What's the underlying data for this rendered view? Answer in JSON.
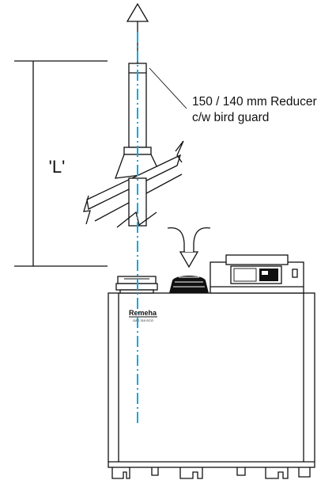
{
  "diagram": {
    "dimension_label": "'L'",
    "reducer_label_line1": "150 / 140 mm Reducer",
    "reducer_label_line2": "c/w bird guard",
    "brand_label": "Remeha",
    "model_label": "GAS 310 ECO"
  },
  "colors": {
    "axis": "#14a8e0",
    "ink": "#111111",
    "background": "#ffffff"
  },
  "icons": {
    "top_arrow": "up-arrow-outline-icon",
    "insert_arrow": "down-arrow-outline-icon"
  }
}
